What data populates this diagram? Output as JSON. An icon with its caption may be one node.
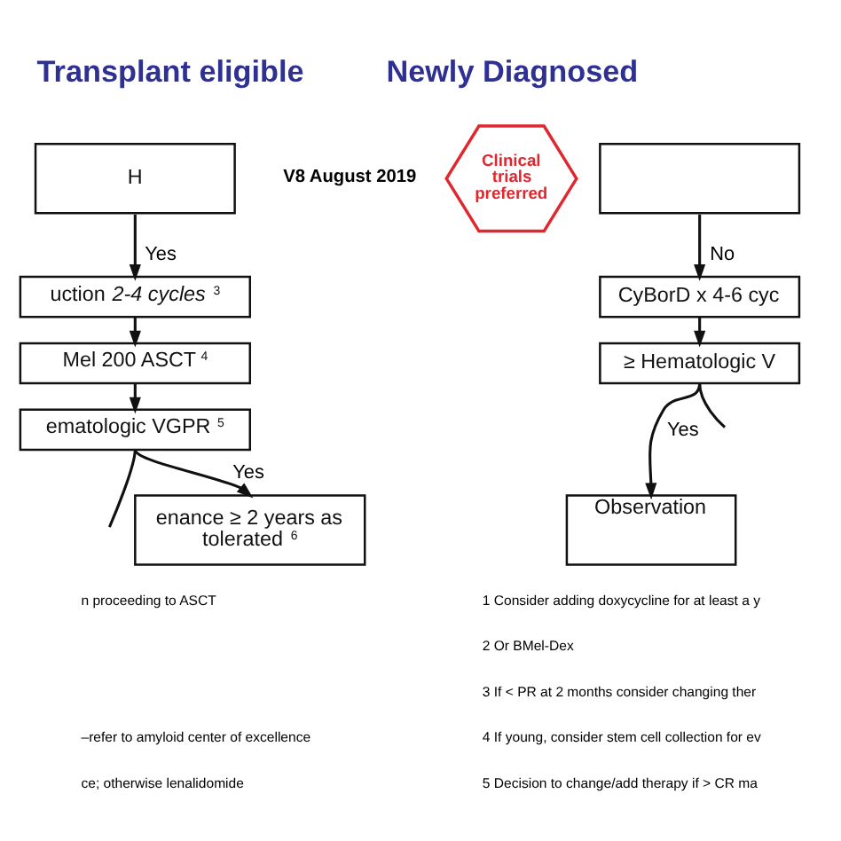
{
  "diagram": {
    "nodes": [
      {
        "text": [
          "H"
        ]
      },
      {
        "text": [
          "uction *2-4 cycles* $^{3}$"
        ]
      },
      {
        "text": [
          "Mel 200 ASCT $^{4}$"
        ]
      },
      {
        "text": [
          "ematologic VGPR $^{5}$"
        ]
      },
      {
        "text": [
          "enance ≥ 2 years as tolerated $^{6}$"
        ]
      },
      {
        "text": [
          "Clinical trials preferred"
        ]
      },
      {
        "text": [],
        "shape": "box"
      },
      {
        "text": [
          "CyBorD x 4-6 cyc"
        ]
      },
      {
        "text": [
          "≥ Hematologic V"
        ]
      },
      {
        "text": [
          "Observation"
        ]
      }
    ],
    "edges": [
      {
        "from": 0,
        "to": 1,
        "arrow": "to",
        "label": "Yes"
      },
      {
        "from": 1,
        "to": 2,
        "arrow": "to"
      },
      {
        "from": 2,
        "to": 3,
        "arrow": "to"
      },
      {
        "from": 3,
        "to": null,
        "arrow": "none"
      },
      {
        "from": 3,
        "to": 4,
        "arrow": "to",
        "label": "Yes"
      },
      {
        "from": 6,
        "to": 7,
        "arrow": "to",
        "label": "No"
      },
      {
        "from": 7,
        "to": 8,
        "arrow": "to"
      },
      {
        "from": 8,
        "to": 9,
        "arrow": "to",
        "label": "Yes"
      },
      {
        "from": 8,
        "to": null,
        "arrow": "none"
      }
    ],
    "labels": [
      "Transplant eligible",
      "V8 August 2019",
      "n proceeding to ASCT",
      "–refer to amyloid center of excellence",
      "ce; otherwise lenalidomide",
      "Newly Diagnosed",
      "1 Consider adding doxycycline for at least a y",
      "2 Or BMel-Dex",
      "3 If < PR at 2 months consider changing ther",
      "4 If young, consider stem cell collection for ev",
      "5 Decision to change/add therapy if > CR ma"
    ]
  }
}
